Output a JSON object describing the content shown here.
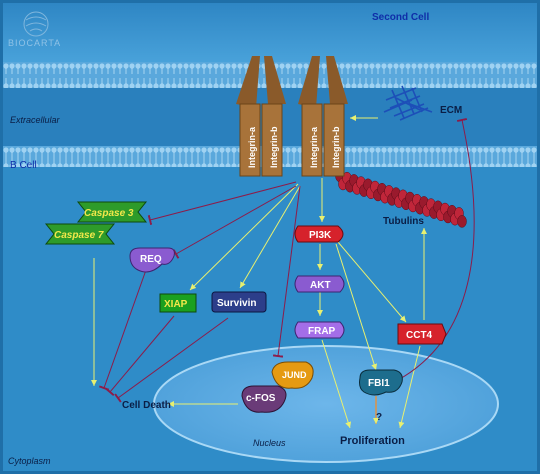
{
  "logo": {
    "text": "BIOCARTA"
  },
  "regions": {
    "second_cell": "Second Cell",
    "extracellular": "Extracellular",
    "b_cell": "B Cell",
    "cytoplasm": "Cytoplasm",
    "nucleus": "Nucleus"
  },
  "receptors": {
    "left_a": "Integrin-a",
    "left_b": "Integrin-b",
    "right_a": "Integrin-a",
    "right_b": "Integrin-b"
  },
  "nodes": {
    "ecm": "ECM",
    "tubulins": "Tubulins",
    "caspase3": "Caspase 3",
    "caspase7": "Caspase 7",
    "req": "REQ",
    "xiap": "XIAP",
    "survivin": "Survivin",
    "pi3k": "PI3K",
    "akt": "AKT",
    "frap": "FRAP",
    "cct4": "CCT4",
    "fbi1": "FBI1",
    "cfos": "c-FOS",
    "jund": "JUND",
    "cell_death": "Cell Death",
    "proliferation": "Proliferation",
    "question": "?"
  },
  "colors": {
    "outer_bg": "#1f6fa8",
    "cell_bg": "#2f8cc8",
    "membrane": "#86c0e6",
    "nucleus_fill": "#5da9e0",
    "integrin": "#a8733a",
    "activation_arrow": "#e8f070",
    "inhibition_line": "#8c1c4a",
    "pi3k": "#d6222b",
    "purple_node": "#8a5bd0",
    "caspase": "#2e9b2a",
    "xiap": "#1ba01f",
    "survivin": "#2c3e8a",
    "cct4": "#d6222b",
    "fbi1": "#1d6d8d",
    "cfos": "#6a3b78",
    "jund": "#e59a12",
    "ecm": "#1d4fb8",
    "tubulin": "#c0263a"
  }
}
